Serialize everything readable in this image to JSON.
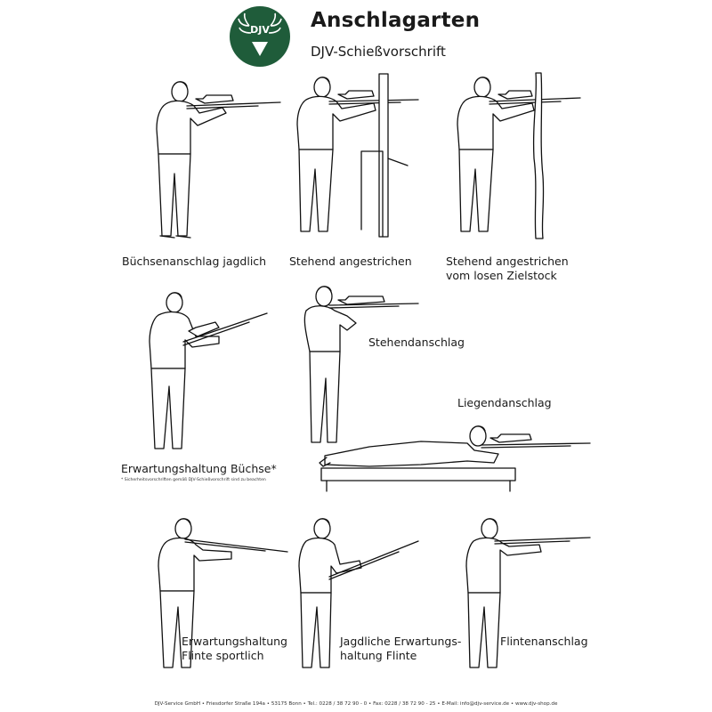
{
  "header": {
    "logo_text": "DJV",
    "logo_color": "#1f5c3a",
    "title": "Anschlagarten",
    "subtitle": "DJV-Schießvorschrift"
  },
  "labels": {
    "buechsenanschlag": "Büchsenanschlag jagdlich",
    "stehend_angestrichen": "Stehend angestrichen",
    "zielstock_line1": "Stehend angestrichen",
    "zielstock_line2": "vom losen Zielstock",
    "stehendanschlag": "Stehendanschlag",
    "liegendanschlag": "Liegendanschlag",
    "erwartung_buechse": "Erwartungshaltung Büchse*",
    "erwartung_buechse_note": "* Sicherheitsvorschriften gemäß DJV-Schießvorschrift sind zu beachten",
    "flinte_sportlich_line1": "Erwartungshaltung",
    "flinte_sportlich_line2": "Flinte sportlich",
    "jagdlich_line1": "Jagdliche Erwartungs-",
    "jagdlich_line2": "haltung Flinte",
    "flintenanschlag": "Flintenanschlag"
  },
  "footer": {
    "text": "DJV-Service GmbH • Friesdorfer Straße 194a • 53175 Bonn • Tel.: 0228 / 38 72 90 - 0 • Fax: 0228 / 38 72 90 - 25 • E-Mail: info@djv-service.de • www.djv-shop.de"
  }
}
